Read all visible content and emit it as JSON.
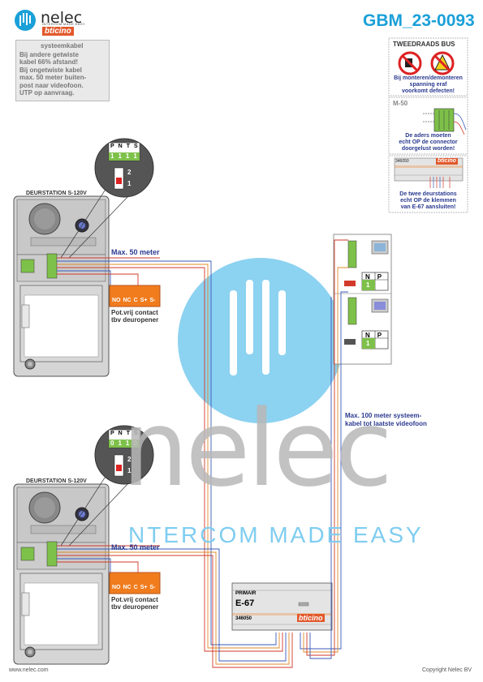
{
  "header": {
    "brand": "nelec",
    "brand_tagline": "INTERCOM MADE EASY",
    "partner_logo": "bticino",
    "doc_code": "GBM_23-0093"
  },
  "note": {
    "legend": "systeemkabel",
    "lines": [
      "Bij andere getwiste",
      "kabel 66% afstand!",
      "Bij ongetwiste kabel",
      "max. 50 meter buiten-",
      "post naar videofoon.",
      "UTP op aanvraag."
    ]
  },
  "warning_panel": {
    "title": "TWEEDRAADS BUS",
    "lines": [
      "Bij monteren/demonteren",
      "spanning eraf",
      "voorkomt defecten!"
    ]
  },
  "m50_panel": {
    "title": "M-50",
    "lines": [
      "De aders moeten",
      "echt OP de connector",
      "doorgelust worden!"
    ]
  },
  "e67_panel": {
    "model_code": "346050",
    "brand": "bticino",
    "lines": [
      "De twee deurstations",
      "echt OP de klemmen",
      "van E-67 aansluiten!"
    ]
  },
  "door_station_1": {
    "title": "DEURSTATION S-120V",
    "switch_labels": [
      "P",
      "N",
      "T",
      "S"
    ],
    "switch_values": [
      "1",
      "1",
      "1",
      "1"
    ],
    "dip": [
      "2",
      "1"
    ],
    "distance": "Max. 50 meter",
    "relay_terms": [
      "NO",
      "NC",
      "C",
      "S+",
      "S-"
    ],
    "relay_desc": [
      "Pot.vrij contact",
      "tbv deuropener"
    ]
  },
  "door_station_2": {
    "title": "DEURSTATION S-120V",
    "switch_labels": [
      "P",
      "N",
      "T",
      "S"
    ],
    "switch_values": [
      "0",
      "1",
      "1",
      "0"
    ],
    "dip": [
      "2",
      "1"
    ],
    "distance": "Max. 50 meter",
    "relay_terms": [
      "NO",
      "NC",
      "C",
      "S+",
      "S-"
    ],
    "relay_desc": [
      "Pot.vrij contact",
      "tbv deuropener"
    ]
  },
  "videophones": {
    "np_labels": [
      "N",
      "P"
    ],
    "np_value": "1",
    "distance": [
      "Max. 100 meter systeem-",
      "kabel tot laatste videofoon"
    ]
  },
  "power_supply": {
    "header": "PRIMAIR",
    "model": "E-67",
    "model_code": "346050",
    "brand": "bticino"
  },
  "watermark": {
    "text": "nelec",
    "tagline": "NTERCOM MADE EASY"
  },
  "footer": {
    "website": "www.nelec.com",
    "copyright": "Copyright Nelec BV"
  },
  "colors": {
    "brand_blue": "#1aa0d8",
    "label_blue": "#2b3a8f",
    "relay_orange": "#f07c1e",
    "wire_red": "#d23a2a",
    "wire_blue": "#3a5ab8",
    "wire_orange": "#e08a2a"
  }
}
